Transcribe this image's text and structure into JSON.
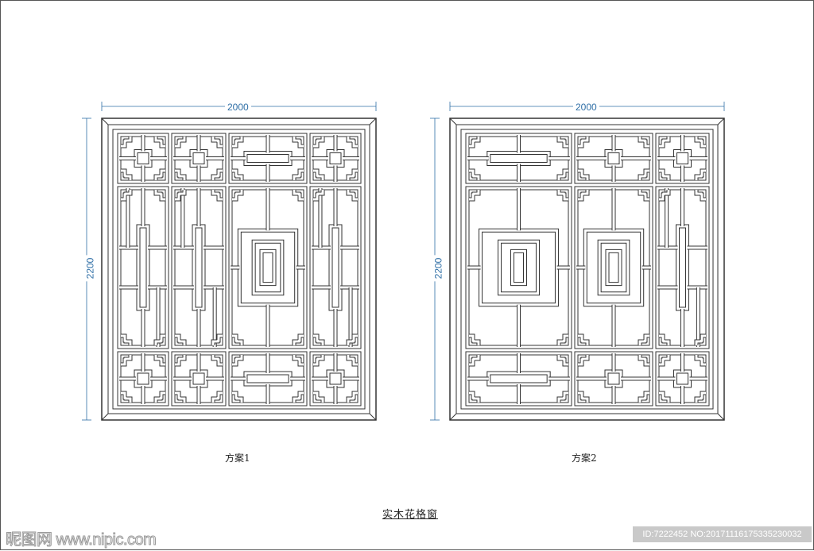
{
  "drawing": {
    "title": "实木花格窗",
    "line_color": "#333333",
    "dimension_color": "#2f6fa6",
    "windows": [
      {
        "id": "plan-1",
        "label": "方案1",
        "width_dim": "2000",
        "height_dim": "2200"
      },
      {
        "id": "plan-2",
        "label": "方案2",
        "width_dim": "2000",
        "height_dim": "2200"
      }
    ]
  },
  "watermark": {
    "site": "昵图网 www.nipic.com",
    "id_text": "ID:7222452 NO:20171116175335230032"
  }
}
